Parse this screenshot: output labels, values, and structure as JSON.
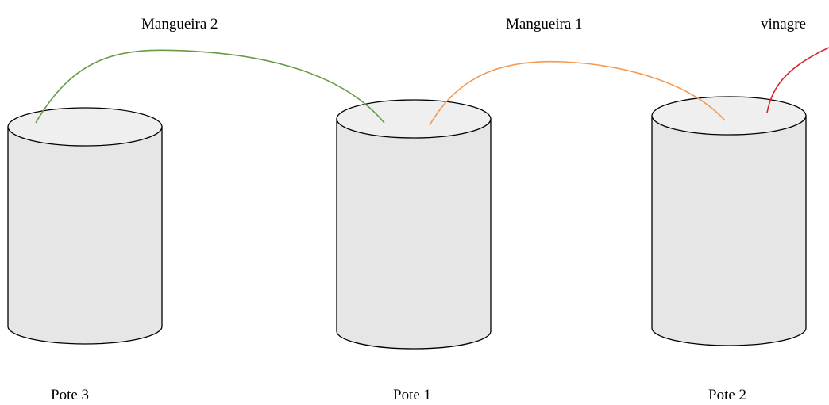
{
  "labels": {
    "hose_2": "Mangueira 2",
    "hose_1": "Mangueira 1",
    "vinegar": "vinagre",
    "pot_3": "Pote 3",
    "pot_1": "Pote 1",
    "pot_2": "Pote 2"
  },
  "colors": {
    "hose_2": "#6a9a45",
    "hose_1": "#f39a52",
    "vinegar": "#d8262c",
    "pot_fill": "#e6e6e6",
    "pot_top_fill": "#efefef",
    "outline": "#000000"
  }
}
